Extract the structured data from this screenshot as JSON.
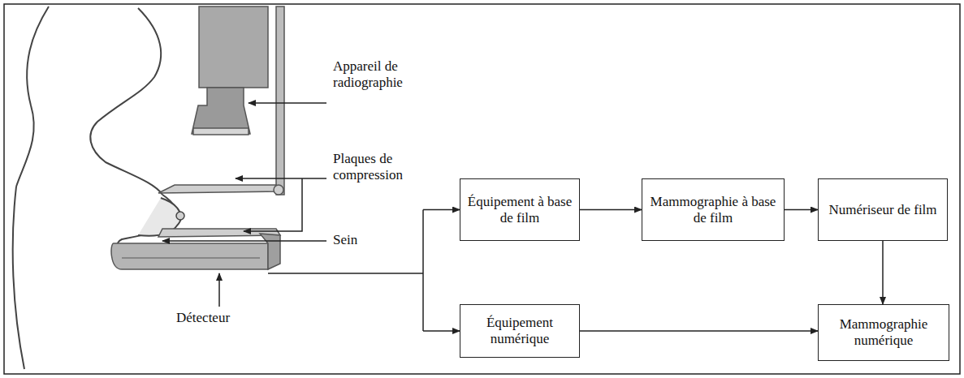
{
  "diagram": {
    "nodes": [
      {
        "text": [
          "Équipement à base de film"
        ]
      },
      {
        "text": [
          "Mammographie à base de film"
        ]
      },
      {
        "text": [
          "Numériseur de film"
        ]
      },
      {
        "text": [
          "Équipement numérique"
        ]
      },
      {
        "text": [
          "Mammographie numérique"
        ]
      }
    ],
    "edges": [
      {
        "from": 0,
        "to": 1,
        "arrow": "to"
      },
      {
        "from": 1,
        "to": 2,
        "arrow": "to"
      },
      {
        "from": 2,
        "to": 4,
        "arrow": "to"
      },
      {
        "from": 3,
        "to": 4,
        "arrow": "to"
      }
    ],
    "labels": [
      "Appareil de radiographie",
      "Plaques de compression",
      "Sein",
      "Détecteur"
    ]
  }
}
